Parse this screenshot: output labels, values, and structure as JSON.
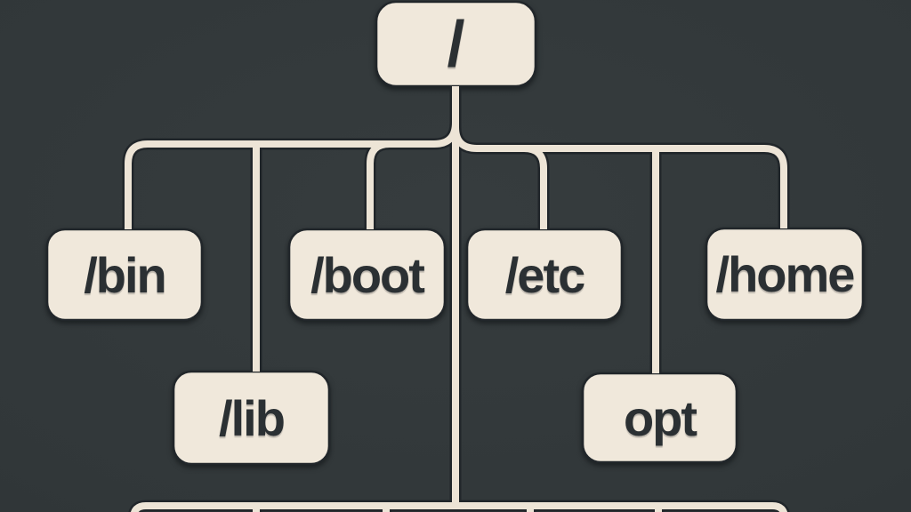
{
  "colors": {
    "background": "#313739",
    "nodeFill": "#f0e8db",
    "line": "#ede4d6",
    "outline": "#21262a",
    "text": "#2b3033"
  },
  "tree": {
    "type": "filesystem-hierarchy-diagram",
    "root": {
      "label": "/"
    },
    "children": [
      {
        "label": "/bin"
      },
      {
        "label": "/boot"
      },
      {
        "label": "/etc"
      },
      {
        "label": "/home"
      },
      {
        "label": "/lib"
      },
      {
        "label": "opt"
      }
    ],
    "bottom_row": {
      "segment_count": 5,
      "labels_visible": false
    }
  }
}
